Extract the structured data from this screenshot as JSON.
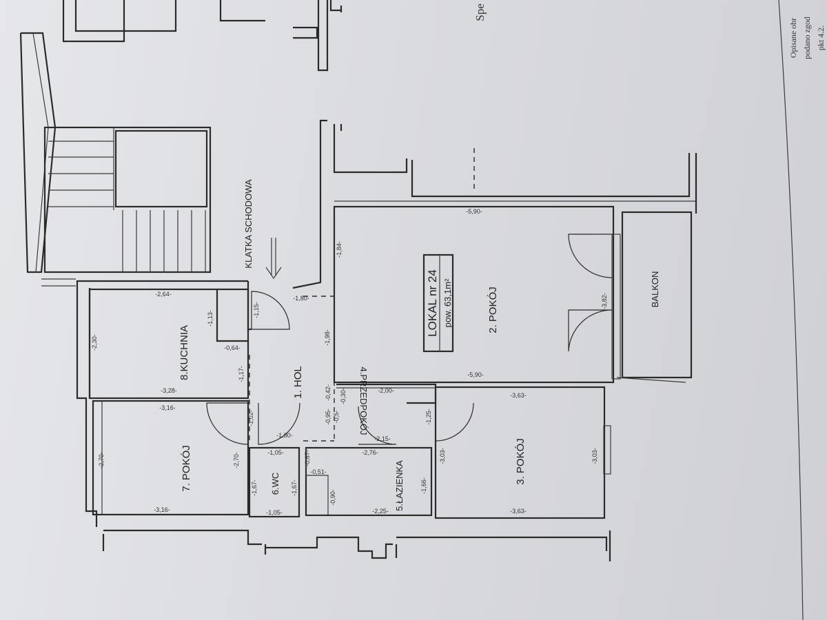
{
  "stairwell": {
    "label": "KLATKA SCHODOWA"
  },
  "unit": {
    "title": "LOKAL nr 24",
    "area": "pow. 63,1m²"
  },
  "rooms": {
    "hol": "1. HOL",
    "pokoj2": "2. POKÓJ",
    "pokoj3": "3. POKÓJ",
    "przedpokoj": "4.PRZEDPOKÓJ",
    "lazienka": "5.ŁAZIENKA",
    "wc": "6.WC",
    "pokoj7": "7. POKÓJ",
    "kuchnia": "8.KUCHNIA",
    "balkon": "BALKON"
  },
  "dimensions": {
    "d_5_90_top": "-5,90-",
    "d_5_90_bottom": "-5,90-",
    "d_1_84": "-1,84-",
    "d_1_98": "-1,98-",
    "d_3_82": "-3,82-",
    "d_1_80_top": "-1,80-",
    "d_1_15": "-1,15-",
    "d_2_64": "-2,64-",
    "d_1_13": "-1,13-",
    "d_2_30": "-2,30-",
    "d_0_64": "-0,64-",
    "d_1_17": "-1,17-",
    "d_3_28": "-3,28-",
    "d_3_16_top": "-3,16-",
    "d_1_02": "-1,02-",
    "d_2_70_left": "-2,70-",
    "d_2_70_right": "-2,70-",
    "d_3_16_bottom": "-3,16-",
    "d_1_80_wc": "-1,80-",
    "d_1_05_top": "-1,05-",
    "d_1_67_left": "-1,67-",
    "d_1_67_right": "-1,67-",
    "d_1_05_bottom": "-1,05-",
    "d_0_95": "-0,95-",
    "d_0_5": "-0,5-",
    "d_0_42": "-0,42-",
    "d_0_30": "-0,30-",
    "d_2_00": "-2,00-",
    "d_1_25": "-1,25-",
    "d_2_15": "-2,15-",
    "d_2_76": "-2,76-",
    "d_0_67": "-0,67-",
    "d_0_51": "-0,51-",
    "d_0_90": "-0,90-",
    "d_1_66": "-1,66-",
    "d_2_25": "-2,25-",
    "d_3_63_top": "-3,63-",
    "d_3_03_left": "-3,03-",
    "d_3_03_right": "-3,03-",
    "d_3_63_bottom": "-3,63-"
  },
  "margin_notes": {
    "spec": "Spe",
    "line1": "Opisane obr",
    "line2": "podano zgod",
    "line3": "pkt 4.2."
  }
}
